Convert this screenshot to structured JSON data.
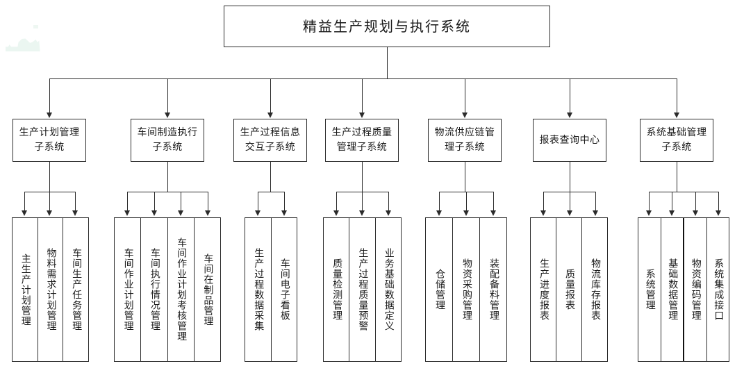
{
  "diagram": {
    "title": "精益生产规划与执行系统",
    "subsystems": [
      {
        "name": "生产计划管理子系统",
        "line1": "生产计划管理",
        "line2": "子系统",
        "modules": [
          "主生产计划管理",
          "物料需求计划管理",
          "车间生产任务管理"
        ]
      },
      {
        "name": "车间制造执行子系统",
        "line1": "车间制造执行",
        "line2": "子系统",
        "modules": [
          "车间作业计划管理",
          "车间执行情况管理",
          "车间作业计划考核管理",
          "车间在制品管理"
        ]
      },
      {
        "name": "生产过程信息交互子系统",
        "line1": "生产过程信息",
        "line2": "交互子系统",
        "modules": [
          "生产过程数据采集",
          "车间电子看板"
        ]
      },
      {
        "name": "生产过程质量管理子系统",
        "line1": "生产过程质量",
        "line2": "管理子系统",
        "modules": [
          "质量检测管理",
          "生产过程质量预警",
          "业务基础数据定义"
        ]
      },
      {
        "name": "物流供应链管理子系统",
        "line1": "物流供应链管",
        "line2": "理子系统",
        "modules": [
          "仓储管理",
          "物资采购管理",
          "装配备料管理"
        ]
      },
      {
        "name": "报表查询中心",
        "line1": "报表查询中心",
        "line2": "",
        "modules": [
          "生产进度报表",
          "质量报表",
          "物流库存报表"
        ]
      },
      {
        "name": "系统基础管理子系统",
        "line1": "系统基础管理",
        "line2": "子系统",
        "modules": [
          "系统管理",
          "基础数据管理",
          "物资编码管理",
          "系统集成接口"
        ]
      }
    ],
    "colors": {
      "line": "#2b2b2b",
      "box_fill": "#ffffff",
      "text": "#1a1a1a",
      "watermark": "#e8f5ef"
    }
  }
}
